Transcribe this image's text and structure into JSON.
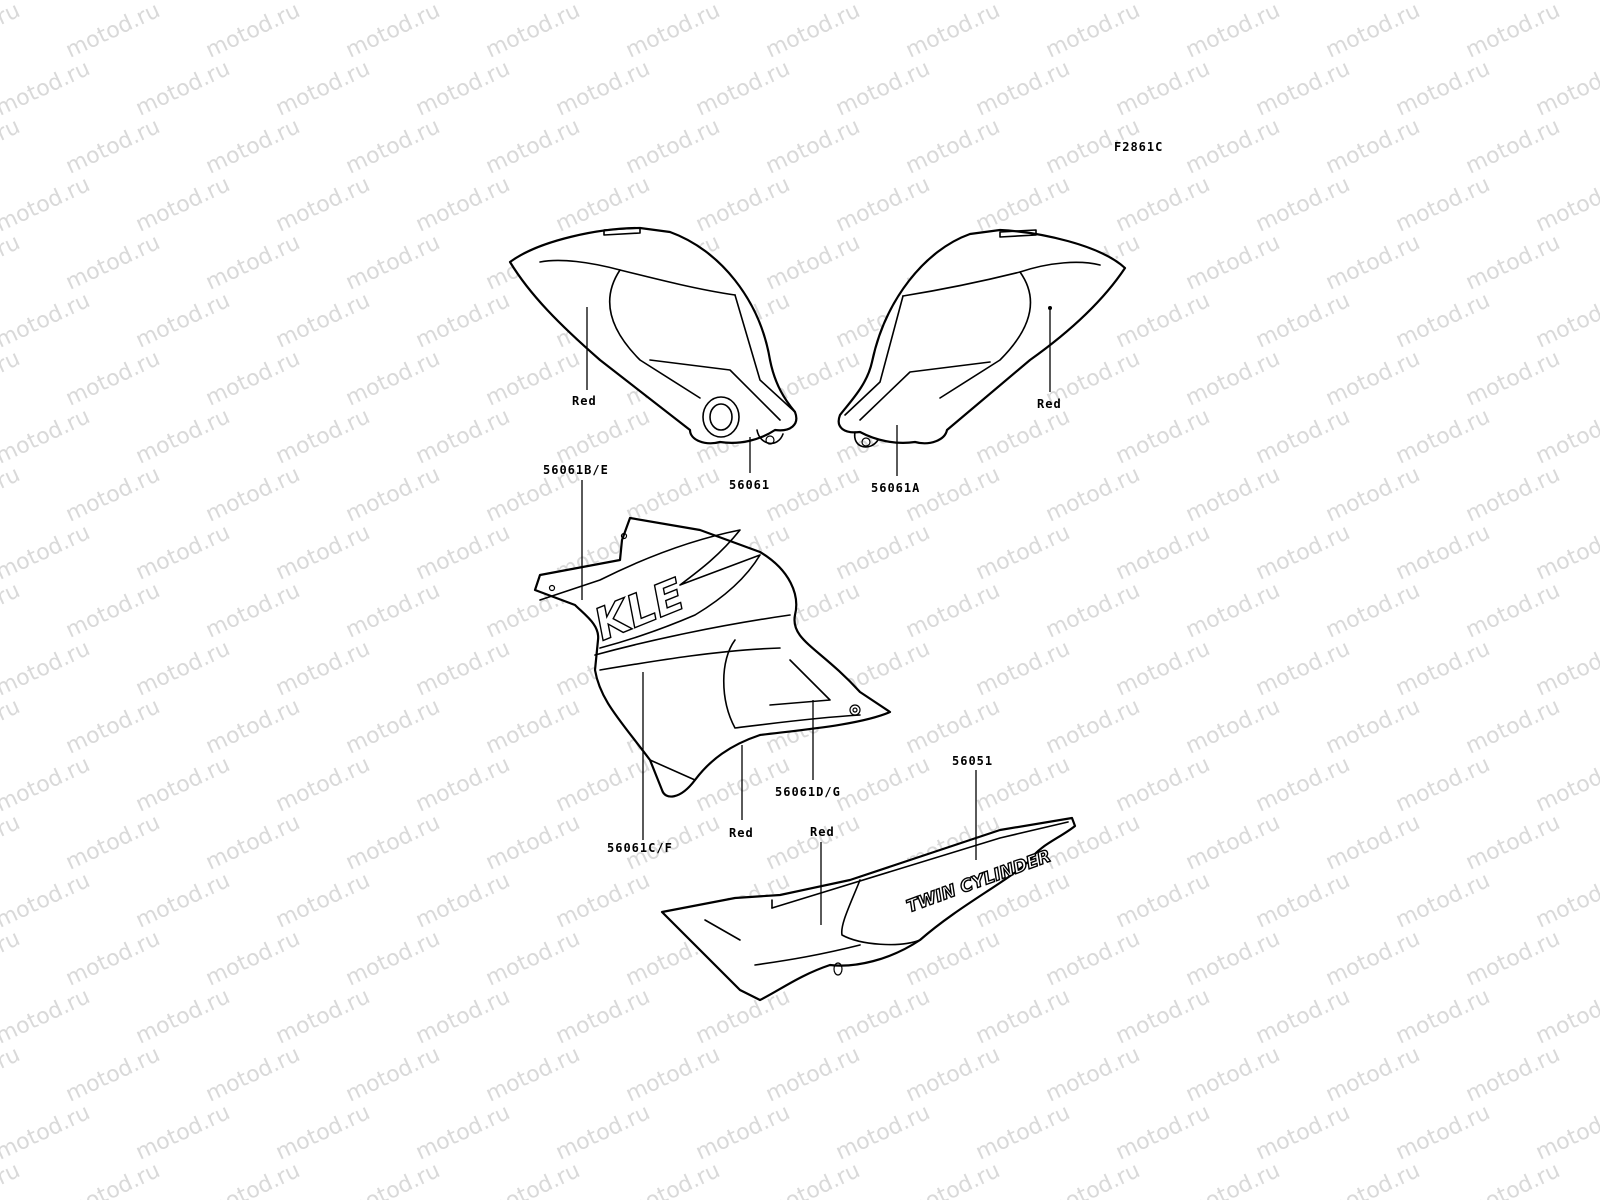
{
  "watermark": {
    "text": "motod.ru"
  },
  "figure": {
    "code": "F2861C"
  },
  "callouts": {
    "left_tank_color": "Red",
    "left_tank_part": "56061",
    "right_tank_color": "Red",
    "right_tank_part": "56061A",
    "shroud_upper_part": "56061B/E",
    "shroud_lower_part": "56061C/F",
    "shroud_inner_part": "56061D/G",
    "shroud_color": "Red",
    "side_cover_part": "56051",
    "side_cover_color": "Red"
  },
  "decals": {
    "shroud_logo": "KLE",
    "side_cover_logo": "TWIN CYLINDER"
  }
}
